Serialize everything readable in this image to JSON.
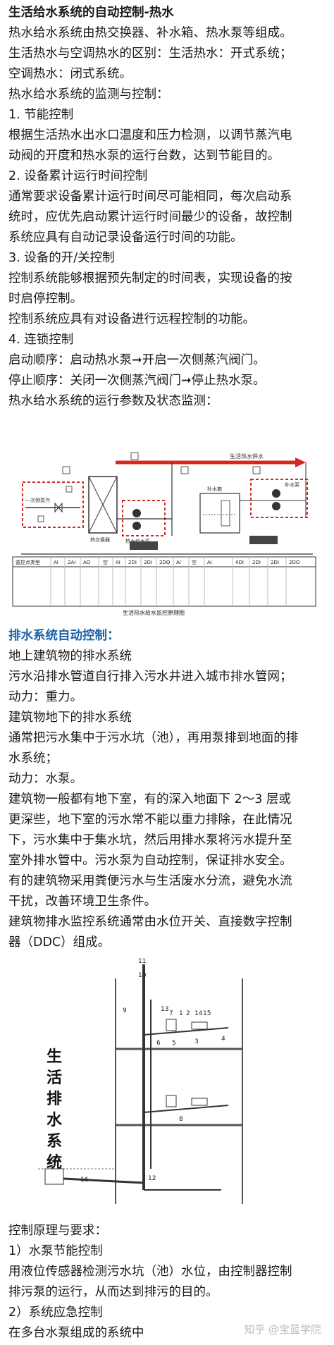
{
  "section1": {
    "title": "生活给水系统的自动控制-热水",
    "lines": [
      "热水给水系统由热交换器、补水箱、热水泵等组成。",
      "生活热水与空调热水的区别：生活热水：开式系统；",
      "空调热水：闭式系统。",
      "热水给水系统的监测与控制：",
      "1. 节能控制",
      "根据生活热水出水口温度和压力检测，以调节蒸汽电",
      "动阀的开度和热水泵的运行台数，达到节能目的。",
      "2. 设备累计运行时间控制",
      "通常要求设备累计运行时间尽可能相同，每次启动系",
      "统时，应优先启动累计运行时间最少的设备，故控制",
      "系统应具有自动记录设备运行时间的功能。",
      "3. 设备的开/关控制",
      "控制系统能够根据预先制定的时间表，实现设备的按",
      "时启停控制。",
      "控制系统应具有对设备进行远程控制的功能。",
      "4. 连锁控制",
      "启动顺序：启动热水泵➞开启一次侧蒸汽阀门。",
      "停止顺序：关闭一次侧蒸汽阀门➞停止热水泵。",
      "热水给水系统的运行参数及状态监测："
    ]
  },
  "figure1": {
    "top_label": "生活热水供水",
    "box_left_label": "一次侧蒸汽",
    "exchanger_label": "热交换器",
    "pump_left_label": "热水给水泵",
    "tank_label": "补水箱",
    "pump_right_label": "补水泵",
    "table_header": "监控点类型",
    "table_codes": [
      "AI",
      "2AI",
      "AO",
      "空",
      "AI",
      "2DI",
      "2DI",
      "2DO",
      "AI",
      "空",
      "AI",
      "4DI",
      "2DI",
      "2DI",
      "2DO"
    ],
    "caption": "生活热水给水监控原理图"
  },
  "section2": {
    "title": "排水系统自动控制：",
    "lines": [
      "地上建筑物的排水系统",
      "污水沿排水管道自行排入污水井进入城市排水管网；",
      "动力：重力。",
      "建筑物地下的排水系统",
      "通常把污水集中于污水坑（池），再用泵排到地面的排",
      "水系统；",
      "动力：水泵。",
      "建筑物一般都有地下室，有的深入地面下 2～3 层或",
      "更深些，地下室的污水常不能以重力排除，在此情况",
      "下，污水集中于集水坑，然后用排水泵将污水提升至",
      "室外排水管中。污水泵为自动控制，保证排水安全。",
      "有的建筑物采用粪便污水与生活废水分流，避免水流",
      "干扰，改善环境卫生条件。",
      "建筑物排水监控系统通常由水位开关、直接数字控制",
      "器（DDC）组成。"
    ]
  },
  "figure2": {
    "side_title": [
      "生",
      "活",
      "排",
      "水",
      "系",
      "统"
    ],
    "numbers": [
      "11",
      "10",
      "9",
      "13",
      "7",
      "1",
      "2",
      "14",
      "15",
      "16",
      "3",
      "4",
      "5",
      "6",
      "8",
      "12"
    ]
  },
  "section3": {
    "lines": [
      "控制原理与要求：",
      "1）水泵节能控制",
      "用液位传感器检测污水坑（池）水位，由控制器控制",
      "排污泵的运行，从而达到排污的目的。",
      "2）系统应急控制",
      "在多台水泵组成的系统中"
    ]
  },
  "watermark": "知乎 @宝蓝学院",
  "colors": {
    "accent_blue": "#1b64a8",
    "red": "#d7261e",
    "text": "#1a1a1a"
  }
}
